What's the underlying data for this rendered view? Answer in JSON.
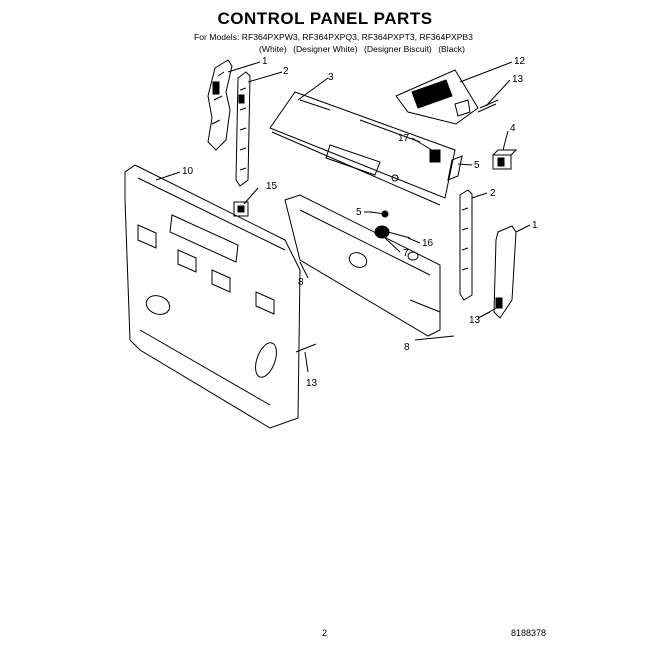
{
  "header": {
    "title": "CONTROL PANEL PARTS",
    "models_prefix": "For Models:",
    "models": "RF364PXPW3, RF364PXPQ3, RF364PXPT3, RF364PXPB3",
    "finishes": [
      "(White)",
      "(Designer White)",
      "(Designer Biscuit)",
      "(Black)"
    ]
  },
  "callouts": {
    "c1_top": "1",
    "c2_top": "2",
    "c3": "3",
    "c12": "12",
    "c13_top": "13",
    "c4": "4",
    "c17": "17",
    "c5_top": "5",
    "c10": "10",
    "c15": "15",
    "c2_right": "2",
    "c5_mid": "5",
    "c1_right": "1",
    "c16": "16",
    "c7": "7",
    "c8_left": "8",
    "c13_right": "13",
    "c8_bottom": "8",
    "c13_left": "13"
  },
  "footer": {
    "page": "2",
    "doc_number": "8188378"
  }
}
